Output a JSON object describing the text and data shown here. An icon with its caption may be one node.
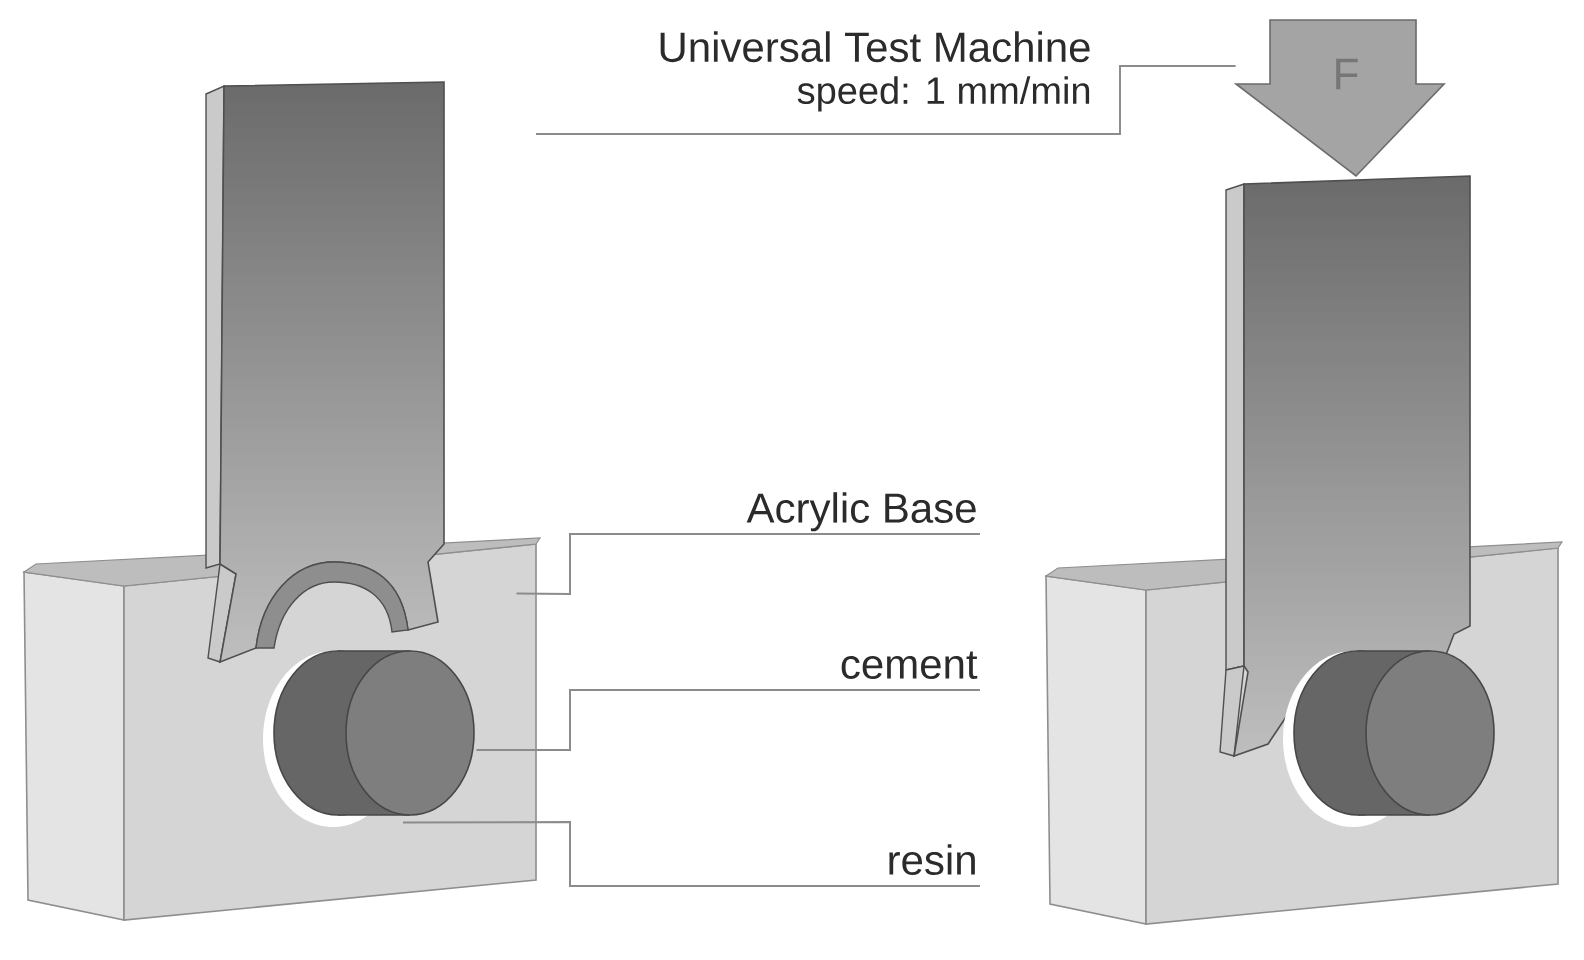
{
  "diagram": {
    "nodes": [
      {
        "text": [
          "Universal Test Machine",
          "speed: 1 mm/min"
        ]
      },
      {
        "text": [
          "F"
        ]
      },
      {
        "text": [],
        "shape": "box"
      },
      {
        "text": [],
        "shape": "cylinder",
        "in": 2
      },
      {
        "text": [
          "Acrylic Base"
        ]
      },
      {
        "text": [
          "cement"
        ]
      },
      {
        "text": [
          "resin"
        ]
      },
      {
        "text": [],
        "shape": "box"
      },
      {
        "text": [],
        "shape": "cylinder",
        "in": 7
      }
    ],
    "edges": [
      {
        "from": 0,
        "to": 1,
        "arrow": "none"
      },
      {
        "from": 4,
        "to": 2,
        "arrow": "none"
      },
      {
        "from": 5,
        "to": 3,
        "arrow": "none"
      },
      {
        "from": 6,
        "to": 3,
        "arrow": "none"
      }
    ]
  }
}
